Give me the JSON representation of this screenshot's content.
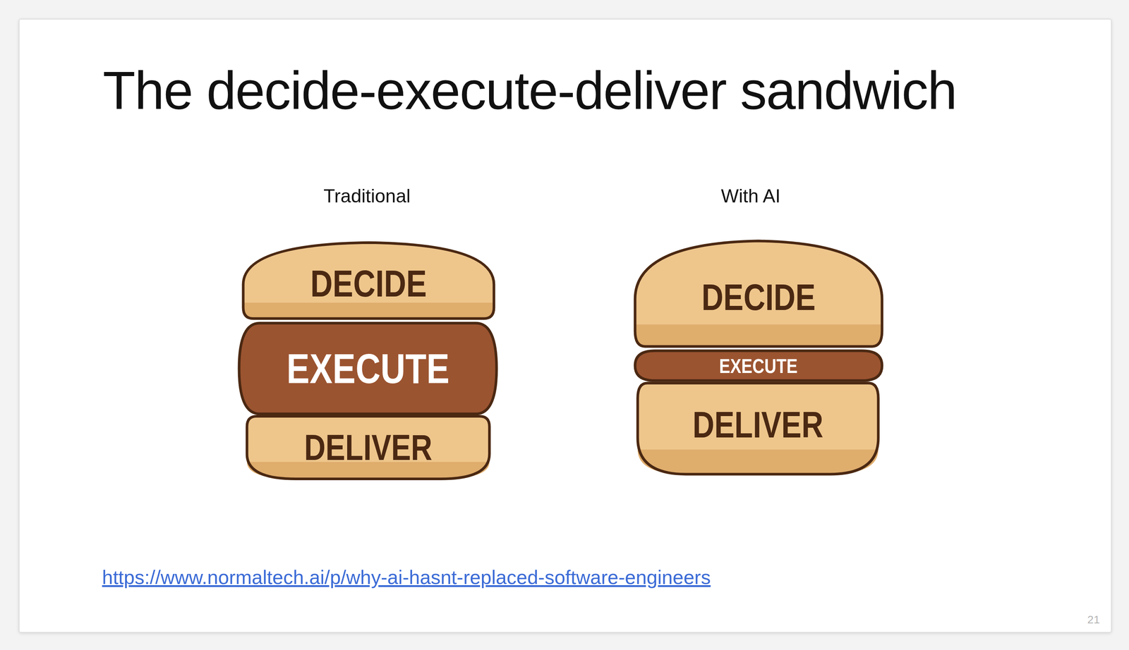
{
  "diagram": {
    "title": "The decide-execute-deliver sandwich",
    "nodes": [
      {
        "text": [
          "DECIDE"
        ]
      },
      {
        "text": [
          "EXECUTE"
        ]
      },
      {
        "text": [
          "DELIVER"
        ]
      },
      {
        "text": [
          "DECIDE"
        ]
      },
      {
        "text": [
          "EXECUTE"
        ]
      },
      {
        "text": [
          "DELIVER"
        ]
      }
    ],
    "labels": [
      "Traditional",
      "With AI",
      "https://www.normaltech.ai/p/why-ai-hasnt-replaced-software-engineers",
      "21"
    ]
  }
}
